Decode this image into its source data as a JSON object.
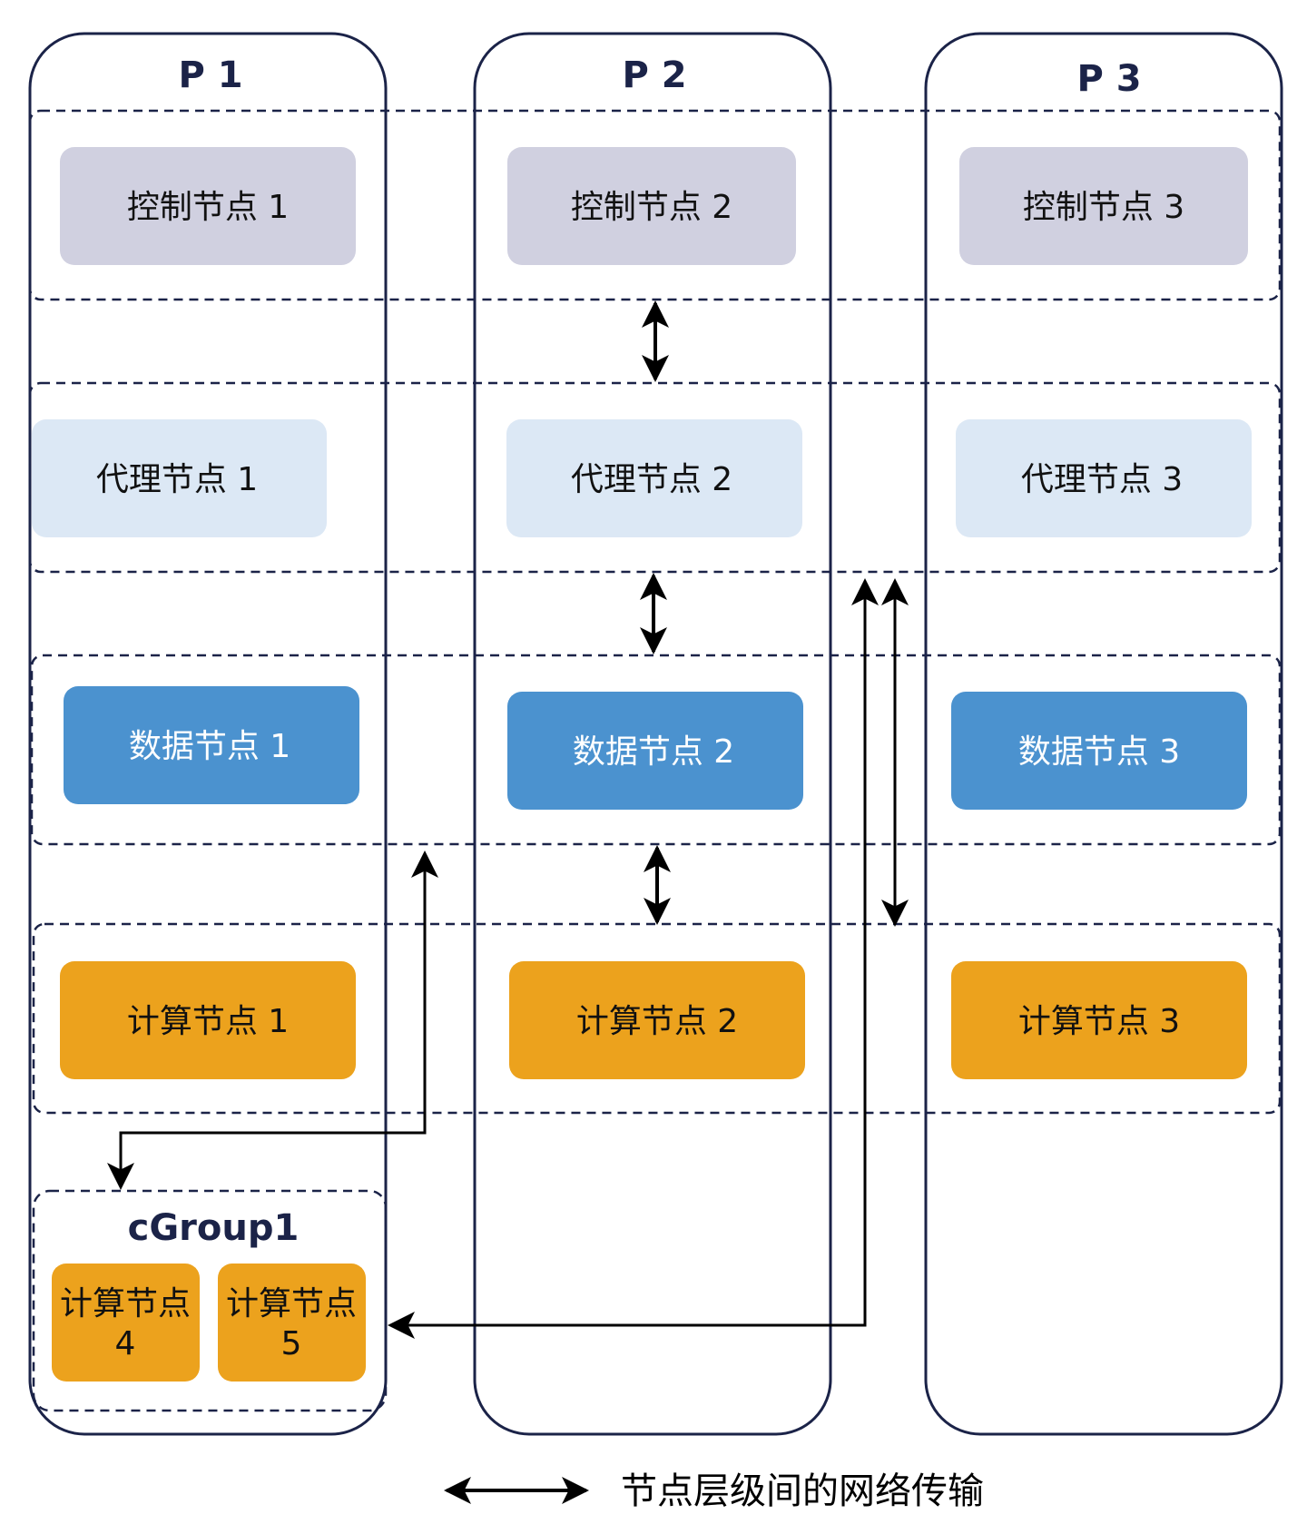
{
  "columns": [
    {
      "title": "P 1"
    },
    {
      "title": "P 2"
    },
    {
      "title": "P 3"
    }
  ],
  "layers": {
    "control": {
      "color": "#d0d0e0",
      "text_color": "#111111",
      "nodes": [
        "控制节点 1",
        "控制节点 2",
        "控制节点 3"
      ]
    },
    "proxy": {
      "color": "#dce8f5",
      "text_color": "#111111",
      "nodes": [
        "代理节点 1",
        "代理节点 2",
        "代理节点 3"
      ]
    },
    "data": {
      "color": "#4b92cf",
      "text_color": "#ffffff",
      "nodes": [
        "数据节点 1",
        "数据节点 2",
        "数据节点 3"
      ]
    },
    "compute": {
      "color": "#eca21d",
      "text_color": "#111111",
      "nodes": [
        "计算节点 1",
        "计算节点 2",
        "计算节点 3"
      ]
    }
  },
  "cgroup": {
    "title": "cGroup1",
    "nodes": [
      {
        "line1": "计算节点",
        "line2": "4"
      },
      {
        "line1": "计算节点",
        "line2": "5"
      }
    ]
  },
  "legend": {
    "label": "节点层级间的网络传输",
    "arrow": "double-headed-arrow-icon"
  },
  "colors": {
    "border": "#1b2348",
    "arrow": "#000000"
  }
}
